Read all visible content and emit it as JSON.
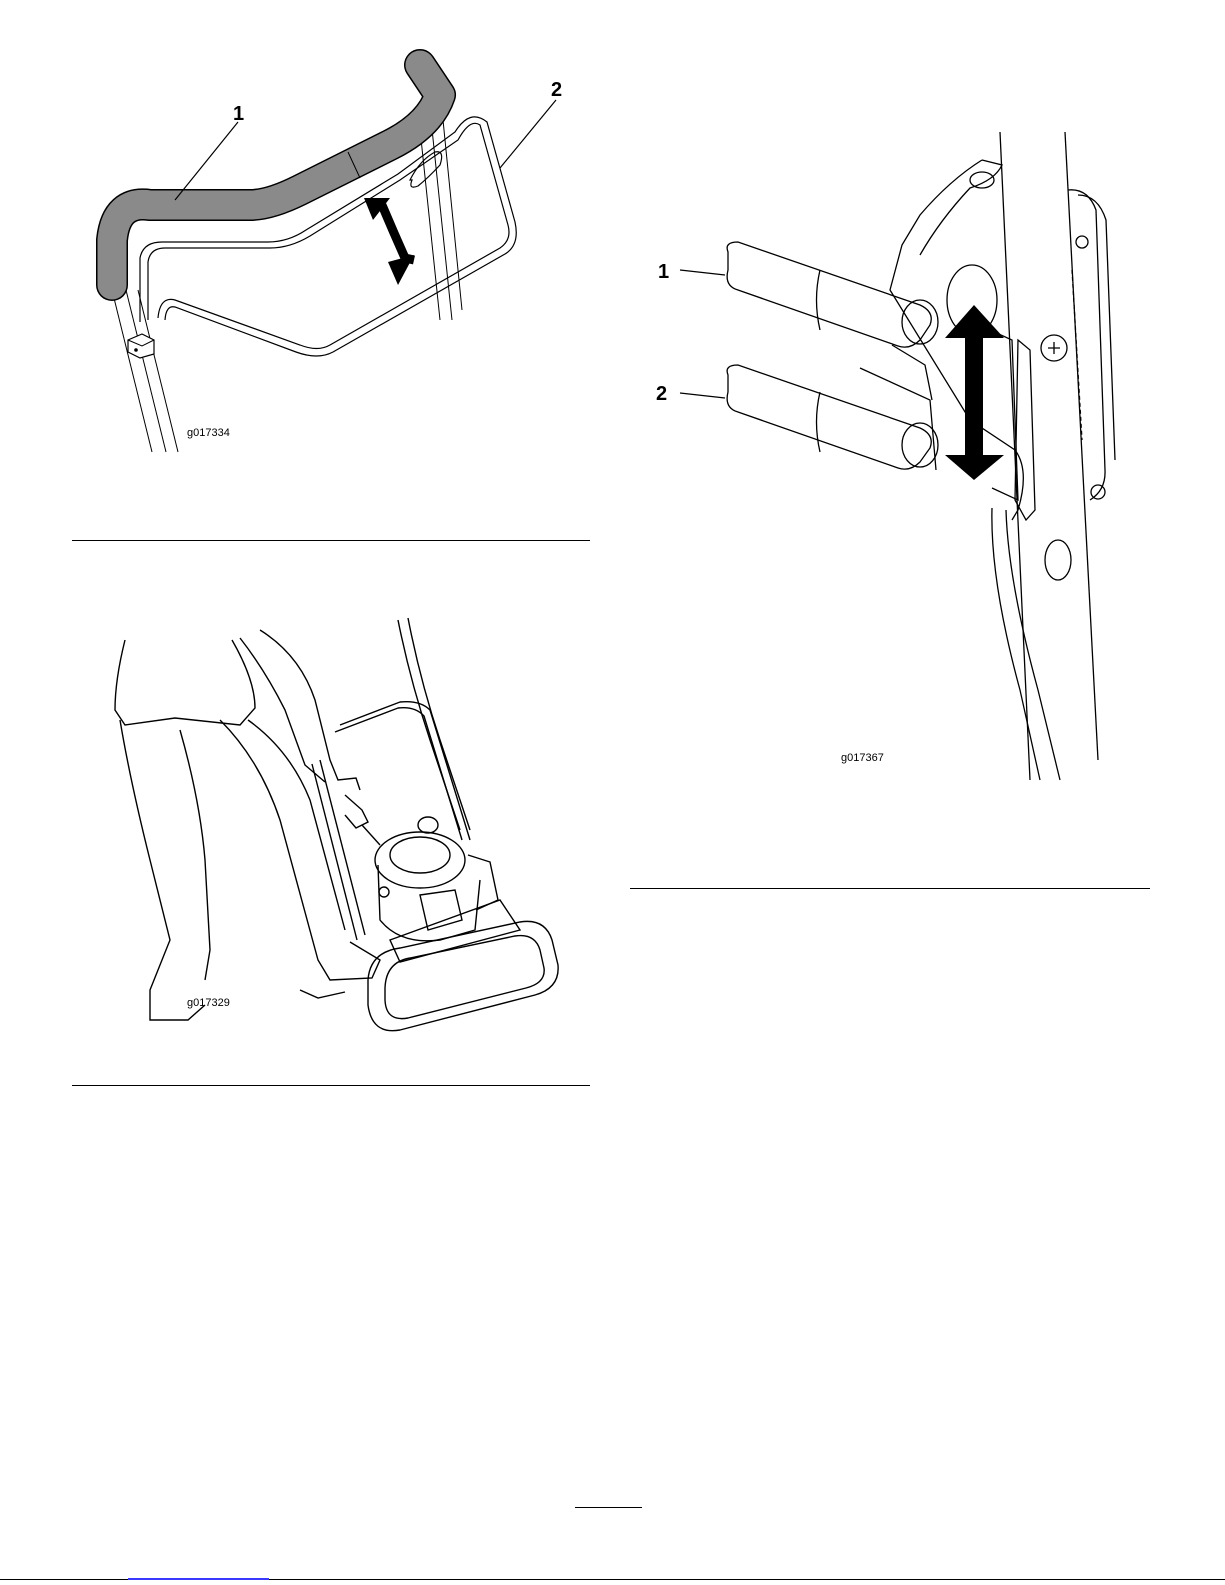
{
  "figures": [
    {
      "id": "figure-handle-bail",
      "image_code": "g017334",
      "callouts": [
        "1",
        "2"
      ],
      "depicts": "lawnmower handle with blade control bail and double-headed arrow"
    },
    {
      "id": "figure-throttle-lever",
      "image_code": "g017367",
      "callouts": [
        "1",
        "2"
      ],
      "depicts": "handle-mounted lever with two positions and vertical double-headed arrow"
    },
    {
      "id": "figure-operator-pull-start",
      "image_code": "g017329",
      "callouts": [],
      "depicts": "operator pulling recoil starter cord on hover mower"
    }
  ],
  "colors": {
    "ink": "#000000",
    "grip": "#888888",
    "link_underline": "#3a3aff",
    "paper": "#ffffff"
  }
}
